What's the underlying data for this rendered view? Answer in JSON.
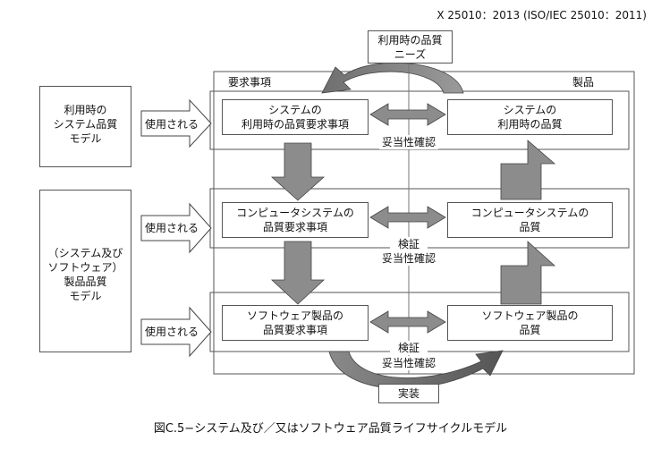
{
  "standard_ref": "X 25010：2013 (ISO/IEC 25010：2011)",
  "needs_box": {
    "line1": "利用時の品質",
    "line2": "ニーズ"
  },
  "labels": {
    "requirements": "要求事項",
    "product": "製品"
  },
  "left_models": {
    "top": [
      "利用時の",
      "システム品質",
      "モデル"
    ],
    "bottom": [
      "（システム及び",
      "ソフトウェア）",
      "製品品質",
      "モデル"
    ]
  },
  "used_by": [
    "使用される",
    "使用される",
    "使用される"
  ],
  "row1": {
    "req": [
      "システムの",
      "利用時の品質要求事項"
    ],
    "prod": [
      "システムの",
      "利用時の品質"
    ],
    "check": [
      "妥当性確認"
    ]
  },
  "row2": {
    "req": [
      "コンピュータシステムの",
      "品質要求事項"
    ],
    "prod": [
      "コンピュータシステムの",
      "品質"
    ],
    "check": [
      "検証",
      "妥当性確認"
    ]
  },
  "row3": {
    "req": [
      "ソフトウェア製品の",
      "品質要求事項"
    ],
    "prod": [
      "ソフトウェア製品の",
      "品質"
    ],
    "check": [
      "検証",
      "妥当性確認"
    ]
  },
  "implementation": "実装",
  "caption": "図C.5−システム及び／又はソフトウェア品質ライフサイクルモデル"
}
